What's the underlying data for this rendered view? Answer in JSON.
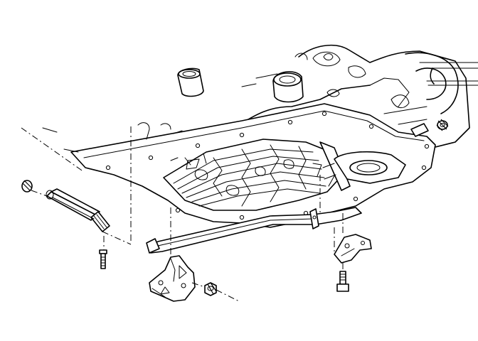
{
  "diagram": {
    "parts": [
      {
        "id": "case",
        "icon": "transmission-case"
      },
      {
        "id": "valve-body",
        "icon": "valve-body"
      },
      {
        "id": "oil-pan-gasket",
        "icon": "gasket-outline"
      },
      {
        "id": "shift-cable-bracket",
        "icon": "bracket"
      },
      {
        "id": "left-bracket",
        "icon": "bracket"
      },
      {
        "id": "nut",
        "icon": "hex-nut"
      },
      {
        "id": "bolt-left",
        "icon": "bolt"
      },
      {
        "id": "bolt-right",
        "icon": "bolt"
      },
      {
        "id": "sleeve-bolt",
        "icon": "threaded-rod"
      },
      {
        "id": "plug",
        "icon": "plug"
      }
    ],
    "colors": {
      "ink": "#000000",
      "paper": "#ffffff"
    }
  }
}
